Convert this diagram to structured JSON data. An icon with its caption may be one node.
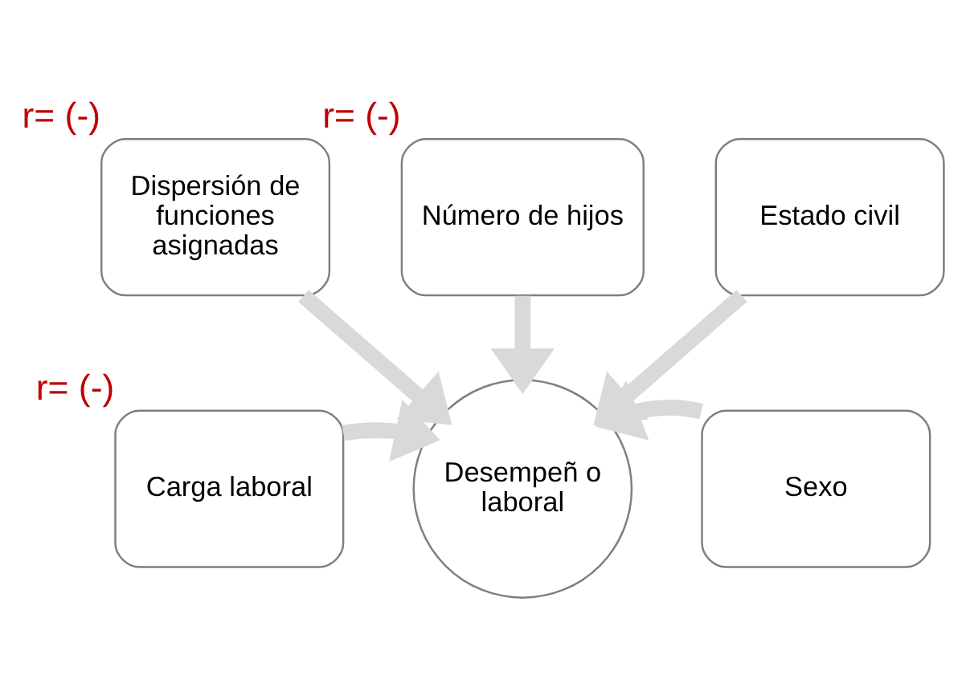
{
  "diagram": {
    "nodes": [
      {
        "text": [
          "Dispersión de funciones asignadas"
        ],
        "beside": [
          "r= (-)"
        ]
      },
      {
        "text": [
          "Número de hijos"
        ],
        "beside": [
          "r= (-)"
        ]
      },
      {
        "text": [
          "Estado civil"
        ]
      },
      {
        "text": [
          "Carga laboral"
        ],
        "beside": [
          "r= (-)"
        ]
      },
      {
        "text": [
          "Desempeñ o laboral"
        ]
      },
      {
        "text": [
          "Sexo"
        ]
      }
    ],
    "edges": [
      {
        "from": 0,
        "to": 4,
        "arrow": "to"
      },
      {
        "from": 1,
        "to": 4,
        "arrow": "to"
      },
      {
        "from": 2,
        "to": 4,
        "arrow": "to"
      },
      {
        "from": 3,
        "to": 4,
        "arrow": "to"
      },
      {
        "from": 5,
        "to": 4,
        "arrow": "to"
      }
    ]
  }
}
